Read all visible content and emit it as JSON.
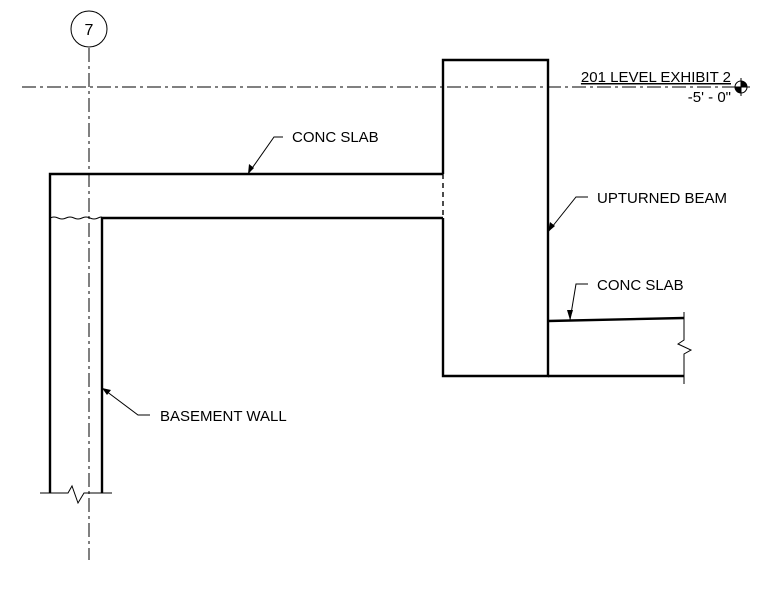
{
  "drawing": {
    "grid_bubble": "7",
    "level_name": "201 LEVEL EXHIBIT 2",
    "level_elevation": "-5' - 0\"",
    "labels": {
      "conc_slab_upper": "CONC SLAB",
      "upturned_beam": "UPTURNED BEAM",
      "conc_slab_lower": "CONC SLAB",
      "basement_wall": "BASEMENT WALL"
    }
  }
}
